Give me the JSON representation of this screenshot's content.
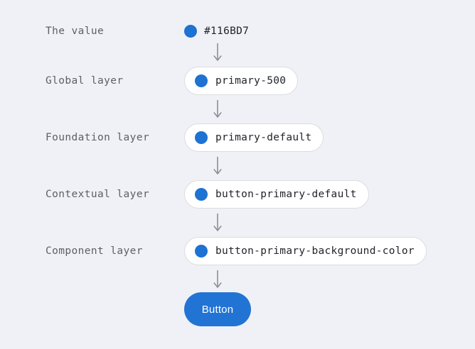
{
  "background_color": "#f0f1f6",
  "accent_color": "#1d72d2",
  "button_color": "#2274d4",
  "pill_border_color": "#dcdde1",
  "label_color": "#5c6066",
  "arrow_color": "#8c9096",
  "arrow_icon": "arrow-down-icon",
  "swatch_icon": "color-swatch-dot",
  "rows": [
    {
      "label": "The value",
      "value": "#116BD7",
      "kind": "value"
    },
    {
      "label": "Global layer",
      "value": "primary-500",
      "kind": "pill"
    },
    {
      "label": "Foundation layer",
      "value": "primary-default",
      "kind": "pill"
    },
    {
      "label": "Contextual layer",
      "value": "button-primary-default",
      "kind": "pill"
    },
    {
      "label": "Component layer",
      "value": "button-primary-background-color",
      "kind": "pill"
    }
  ],
  "button": {
    "label": "Button"
  }
}
